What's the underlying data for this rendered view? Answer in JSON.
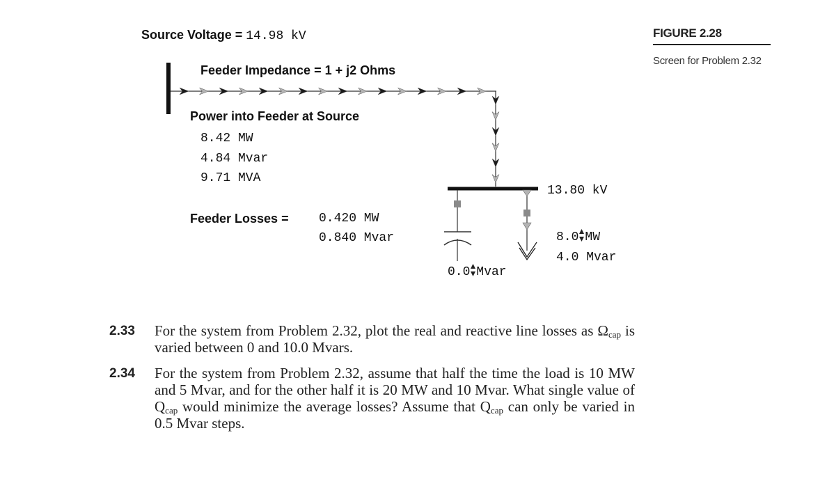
{
  "diagram": {
    "source_voltage_label": "Source Voltage =",
    "source_voltage_value": "14.98 kV",
    "feeder_impedance": "Feeder Impedance = 1 + j2 Ohms",
    "power_into_feeder_title": "Power into Feeder at Source",
    "power_mw": "8.42 MW",
    "power_mvar": "4.84 Mvar",
    "power_mva": "9.71 MVA",
    "feeder_losses_label": "Feeder Losses =",
    "feeder_losses_mw": "0.420 MW",
    "feeder_losses_mvar": "0.840 Mvar",
    "bus_voltage": "13.80 kV",
    "load_mw_value": "8.0",
    "load_mw_unit": "MW",
    "load_mvar": "4.0 Mvar",
    "cap_mvar_value": "0.0",
    "cap_mvar_unit": "Mvar"
  },
  "figure": {
    "label": "FIGURE 2.28",
    "caption": "Screen for Problem 2.32"
  },
  "problems": [
    {
      "number": "2.33",
      "text_1": "For the system from Problem 2.32, plot the real and reactive line losses as",
      "symbol": "Ω",
      "subscript": "cap",
      "text_2": " is varied between 0 and 10.0 Mvars."
    },
    {
      "number": "2.34",
      "text_1": "For the system from Problem 2.32, assume that half the time the load is 10 MW and 5 Mvar, and for the other half it is 20 MW and 10 Mvar. What single value of Q",
      "subscript_1": "cap",
      "text_2": " would minimize the average losses? Assume that Q",
      "subscript_2": "cap",
      "text_3": " can only be varied in 0.5 Mvar steps."
    }
  ],
  "colors": {
    "dark": "#1a1a1a",
    "arrow_grey": "#b4b4b4",
    "breaker": "#8a8a8a"
  },
  "icons": [
    "source-bus-icon",
    "flow-arrow-icon",
    "bus-bar-icon",
    "capacitor-icon",
    "load-arrow-icon",
    "breaker-icon",
    "spinner-icon"
  ]
}
